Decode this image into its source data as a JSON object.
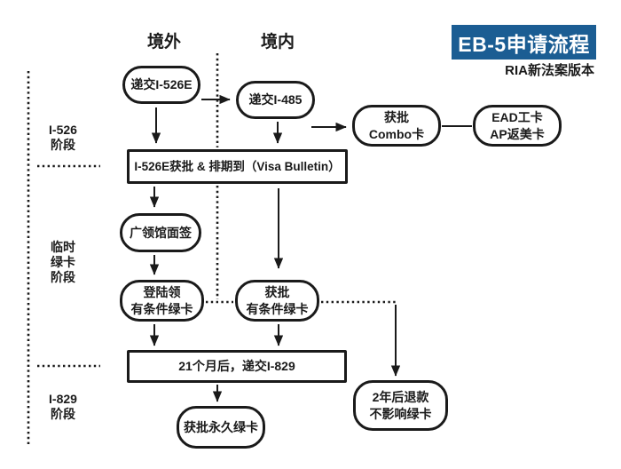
{
  "title": {
    "main": "EB-5申请流程",
    "subtitle": "RIA新法案版本"
  },
  "columns": {
    "left": "境外",
    "right": "境内"
  },
  "stages": [
    {
      "lines": [
        "I-526",
        "阶段"
      ]
    },
    {
      "lines": [
        "临时",
        "绿卡",
        "阶段"
      ]
    },
    {
      "lines": [
        "I-829",
        "阶段"
      ]
    }
  ],
  "nodes": {
    "submit_i526e": {
      "lines": [
        "递交I-526E"
      ]
    },
    "submit_i485": {
      "lines": [
        "递交I-485"
      ]
    },
    "combo": {
      "lines": [
        "获批",
        "Combo卡"
      ]
    },
    "ead": {
      "lines": [
        "EAD工卡",
        "AP返美卡"
      ]
    },
    "visa_bulletin": {
      "lines": [
        "I-526E获批 & 排期到（Visa Bulletin）"
      ]
    },
    "interview": {
      "lines": [
        "广领馆面签"
      ]
    },
    "landing": {
      "lines": [
        "登陆领",
        "有条件绿卡"
      ]
    },
    "approved_conditional": {
      "lines": [
        "获批",
        "有条件绿卡"
      ]
    },
    "submit_i829": {
      "lines": [
        "21个月后，递交I-829"
      ]
    },
    "permanent": {
      "lines": [
        "获批永久绿卡"
      ]
    },
    "refund": {
      "lines": [
        "2年后退款",
        "不影响绿卡"
      ]
    }
  },
  "colors": {
    "accent_blue": "#1b5d93",
    "ink": "#1a1a1a",
    "background": "#ffffff"
  }
}
